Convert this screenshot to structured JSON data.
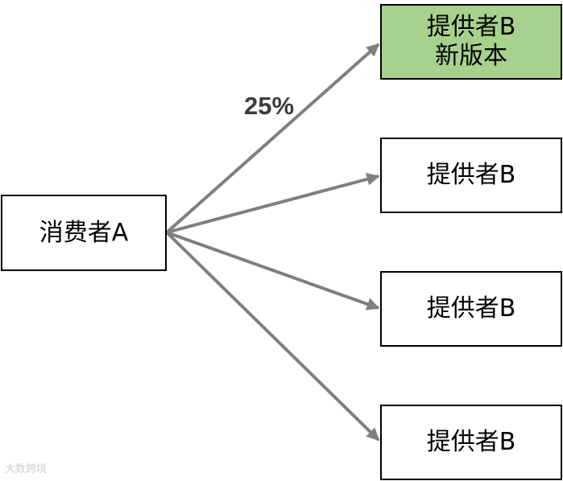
{
  "colors": {
    "new_version_fill": "#a9d18e",
    "arrow": "#7f7f7f",
    "border": "#000000"
  },
  "consumer": {
    "label": "消费者A"
  },
  "providers": [
    {
      "line1": "提供者B",
      "line2": "新版本",
      "highlight": true
    },
    {
      "line1": "提供者B",
      "highlight": false
    },
    {
      "line1": "提供者B",
      "highlight": false
    },
    {
      "line1": "提供者B",
      "highlight": false
    }
  ],
  "edge_label": "25%",
  "watermark": "大数跨境"
}
